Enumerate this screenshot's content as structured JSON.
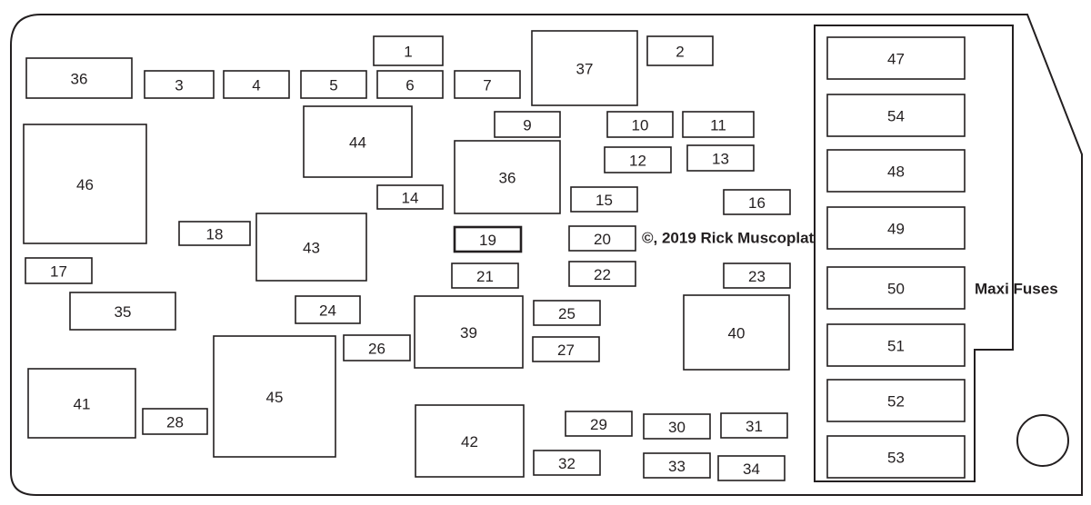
{
  "diagram": {
    "copyright": "©, 2019 Rick Muscoplat",
    "maxi_label": "Maxi Fuses",
    "colors": {
      "stroke": "#231f20",
      "background": "#ffffff"
    },
    "fuses": [
      "1",
      "2",
      "3",
      "4",
      "5",
      "6",
      "7",
      "9",
      "10",
      "11",
      "12",
      "13",
      "14",
      "15",
      "16",
      "17",
      "18",
      "19",
      "20",
      "21",
      "22",
      "23",
      "24",
      "25",
      "26",
      "27",
      "28",
      "29",
      "30",
      "31",
      "32",
      "33",
      "34"
    ],
    "relays": [
      "35",
      "36",
      "36",
      "37",
      "39",
      "40",
      "41",
      "42",
      "43",
      "44",
      "45",
      "46"
    ],
    "maxi_fuses": [
      "47",
      "54",
      "48",
      "49",
      "50",
      "51",
      "52",
      "53"
    ]
  }
}
